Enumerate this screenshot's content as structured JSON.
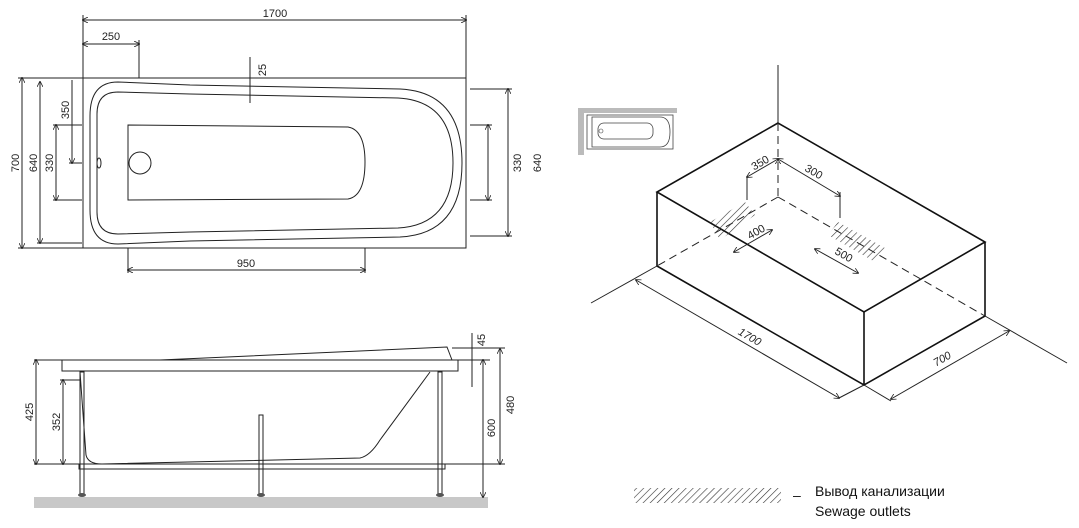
{
  "top_view": {
    "dims": {
      "length": "1700",
      "overflow_offset": "250",
      "rim_offset": "25",
      "width": "700",
      "inner_width_left": "640",
      "leg_span_left": "330",
      "overflow_height": "350",
      "leg_span_right": "330",
      "inner_width_right": "640",
      "bottom_span": "950"
    }
  },
  "side_view": {
    "dims": {
      "depth": "425",
      "inner_depth": "352",
      "total_height": "600",
      "rim_height": "480",
      "rim_thickness": "45"
    }
  },
  "iso_view": {
    "dims": {
      "offset_a": "350",
      "offset_b": "300",
      "outlet_a": "400",
      "outlet_b": "500",
      "length": "1700",
      "width": "700"
    }
  },
  "legend": {
    "dash": "–",
    "label_ru": "Вывод канализации",
    "label_en": "Sewage outlets"
  }
}
